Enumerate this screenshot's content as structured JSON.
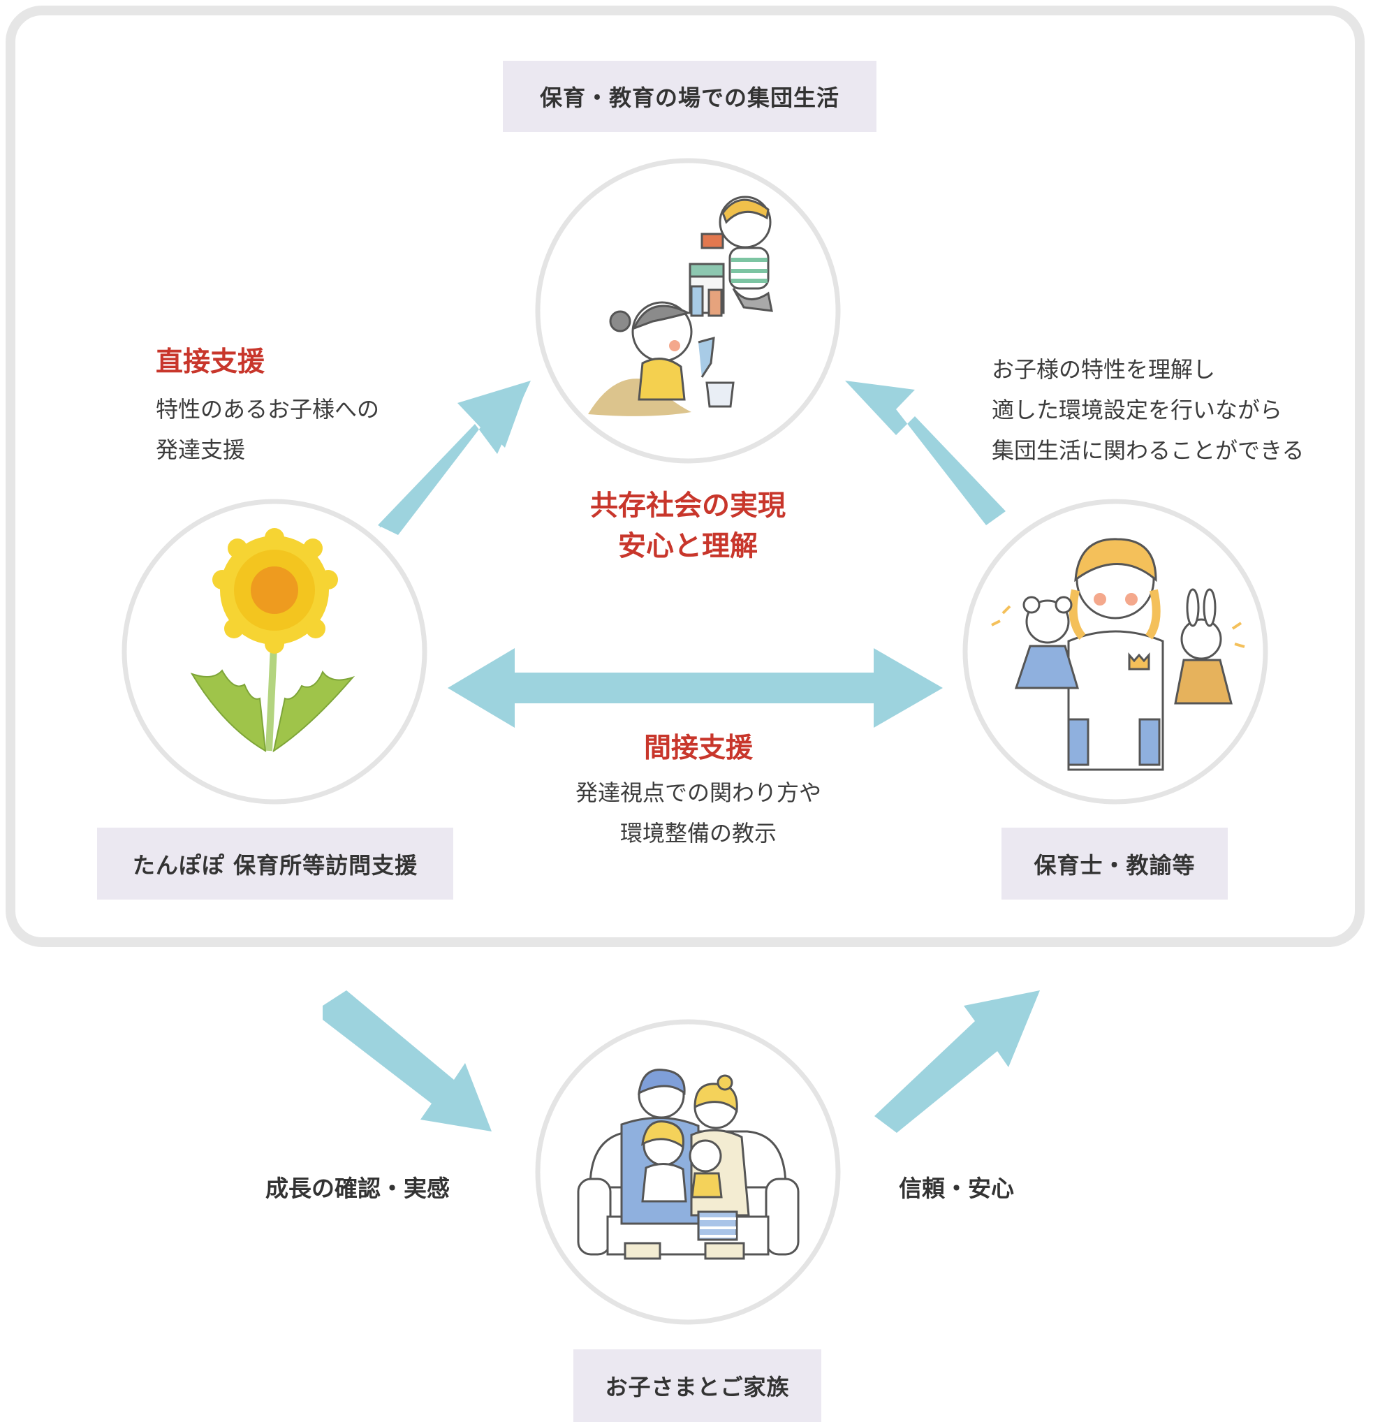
{
  "nodes": {
    "group_life": {
      "label": "保育・教育の場での集団生活"
    },
    "tanpopo": {
      "label": "たんぽぽ 保育所等訪問支援"
    },
    "teachers": {
      "label": "保育士・教諭等"
    },
    "family": {
      "label": "お子さまとご家族"
    }
  },
  "direct_support": {
    "title": "直接支援",
    "lines": [
      "特性のあるお子様への",
      "発達支援"
    ]
  },
  "center_message": {
    "lines": [
      "共存社会の実現",
      "安心と理解"
    ]
  },
  "teacher_benefit": {
    "lines": [
      "お子様の特性を理解し",
      "適した環境設定を行いながら",
      "集団生活に関わることができる"
    ]
  },
  "indirect_support": {
    "title": "間接支援",
    "lines": [
      "発達視点での関わり方や",
      "環境整備の教示"
    ]
  },
  "family_effects": {
    "left": "成長の確認・実感",
    "right": "信頼・安心"
  },
  "colors": {
    "arrow": "#9dd3de",
    "accent_red": "#c8362b",
    "label_bg": "#ebe8f1",
    "frame": "#e6e6e6",
    "circle": "#e4e4e4"
  },
  "icons": {
    "group_life": "children-playing-icon",
    "tanpopo": "dandelion-icon",
    "teachers": "teacher-puppets-icon",
    "family": "family-sofa-icon"
  }
}
